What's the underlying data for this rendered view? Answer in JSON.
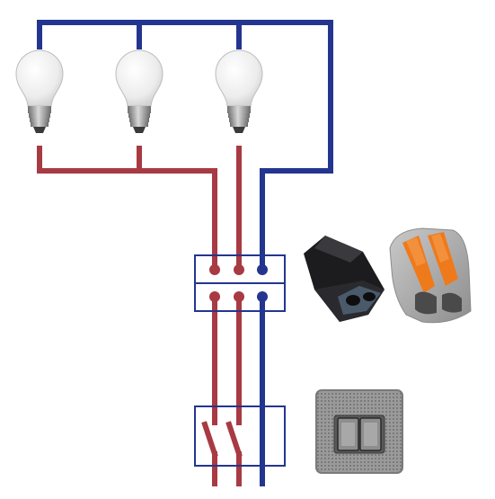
{
  "colors": {
    "live": "#a83a43",
    "neutral": "#24358f",
    "background": "#ffffff",
    "terminal_border": "#24358f",
    "bulb_glass": "#f4f4f4",
    "bulb_base": "#9b9b9b",
    "connector_dark": "#1c1c1e",
    "connector_lever": "#ee7a1b",
    "connector_grey": "#a9a9a9",
    "switch_plate": "#8c8c8c"
  },
  "components": {
    "bulbs": [
      "bulb-left",
      "bulb-middle",
      "bulb-right"
    ],
    "terminal_block": "terminal-block",
    "switch_block": "double-switch-schematic",
    "photos": [
      "push-in-connector-photo",
      "lever-connector-photo",
      "double-switch-photo"
    ]
  },
  "icons": {
    "bulb": "light-bulb-icon",
    "push_in_connector": "push-in-connector-icon",
    "lever_connector": "lever-connector-icon",
    "switch_photo": "double-rocker-switch-icon"
  },
  "switch_states": [
    "open",
    "open"
  ]
}
